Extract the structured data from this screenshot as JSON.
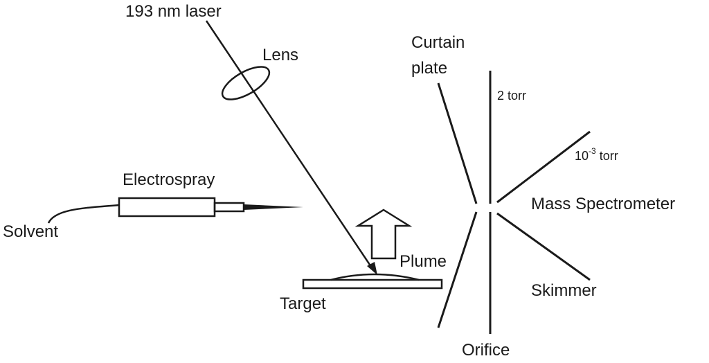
{
  "labels": {
    "laser": "193 nm laser",
    "lens": "Lens",
    "curtain_line1": "Curtain",
    "curtain_line2": "plate",
    "pressure_high": "2 torr",
    "pressure_low_base": "10",
    "pressure_low_exp": "-3",
    "pressure_low_unit": " torr",
    "mass_spec": "Mass Spectrometer",
    "electrospray": "Electrospray",
    "solvent": "Solvent",
    "plume": "Plume",
    "skimmer": "Skimmer",
    "target": "Target",
    "orifice": "Orifice"
  },
  "colors": {
    "ink": "#1a1a1a",
    "background": "#ffffff"
  }
}
